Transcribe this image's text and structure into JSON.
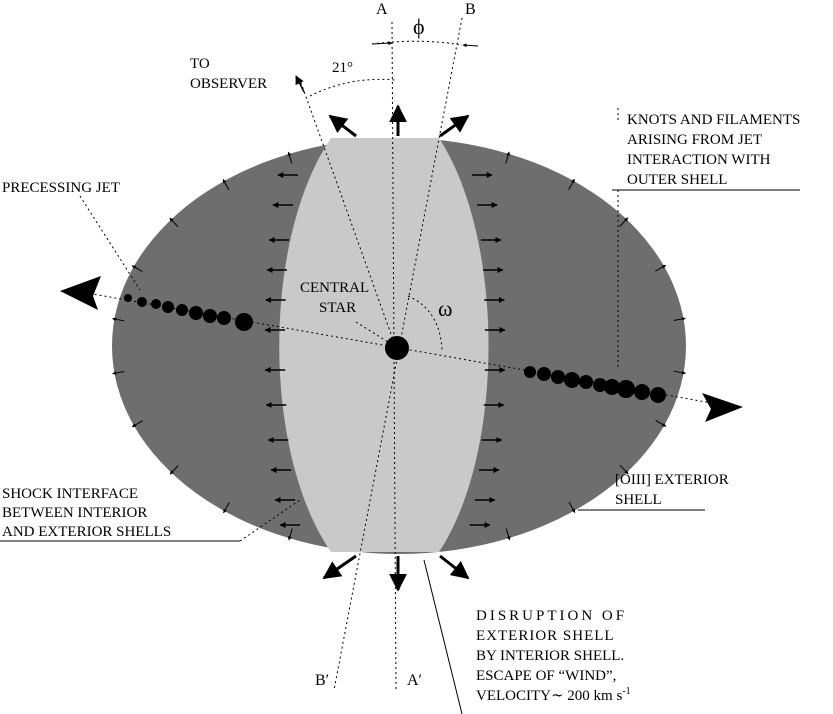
{
  "labels": {
    "axis_a": "A",
    "axis_b": "B",
    "axis_a_prime": "A′",
    "axis_b_prime": "B′",
    "phi": "ϕ",
    "omega": "ω",
    "angle_21": "21°",
    "to_observer_line1": "TO",
    "to_observer_line2": "OBSERVER",
    "precessing_jet": "PRECESSING JET",
    "central_star_line1": "CENTRAL",
    "central_star_line2": "STAR",
    "knots_line1": "KNOTS AND FILAMENTS",
    "knots_line2": "ARISING FROM JET",
    "knots_line3": "INTERACTION WITH",
    "knots_line4": "OUTER SHELL",
    "oiii_line1": "[OIII] EXTERIOR",
    "oiii_line2": "SHELL",
    "shock_line1": "SHOCK INTERFACE",
    "shock_line2": "BETWEEN INTERIOR",
    "shock_line3": "AND EXTERIOR SHELLS",
    "disruption_line1": "DISRUPTION OF",
    "disruption_line2": "EXTERIOR SHELL",
    "disruption_line3": "BY INTERIOR SHELL.",
    "disruption_line4": "ESCAPE OF “WIND”,",
    "disruption_line5_prefix": "VELOCITY∼ 200 km s",
    "disruption_line5_sup": "-1"
  },
  "colors": {
    "exterior_shell": "#6e6e6e",
    "interior_shell": "#c9c9c9",
    "ink": "#000000"
  }
}
